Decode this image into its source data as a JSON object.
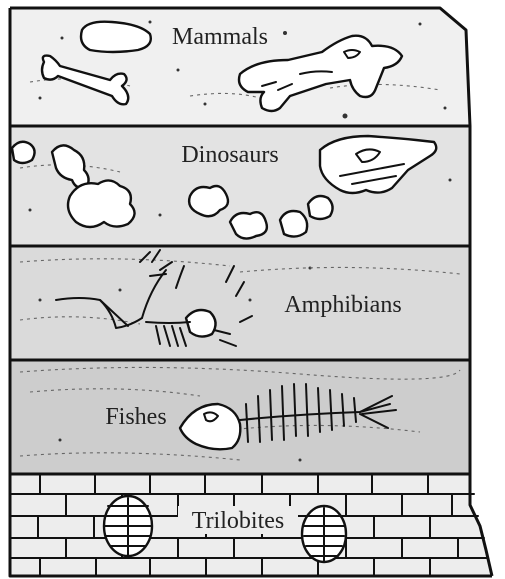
{
  "layers": [
    {
      "id": "mammals",
      "label": "Mammals",
      "fill": "#f0f0f0"
    },
    {
      "id": "dinosaurs",
      "label": "Dinosaurs",
      "fill": "#e3e3e3"
    },
    {
      "id": "amphibians",
      "label": "Amphibians",
      "fill": "#dadada"
    },
    {
      "id": "fishes",
      "label": "Fishes",
      "fill": "#cdcdcd"
    },
    {
      "id": "trilobites",
      "label": "Trilobites",
      "fill": "#ededed"
    }
  ],
  "colors": {
    "ink": "#111111",
    "label": "#222222"
  }
}
